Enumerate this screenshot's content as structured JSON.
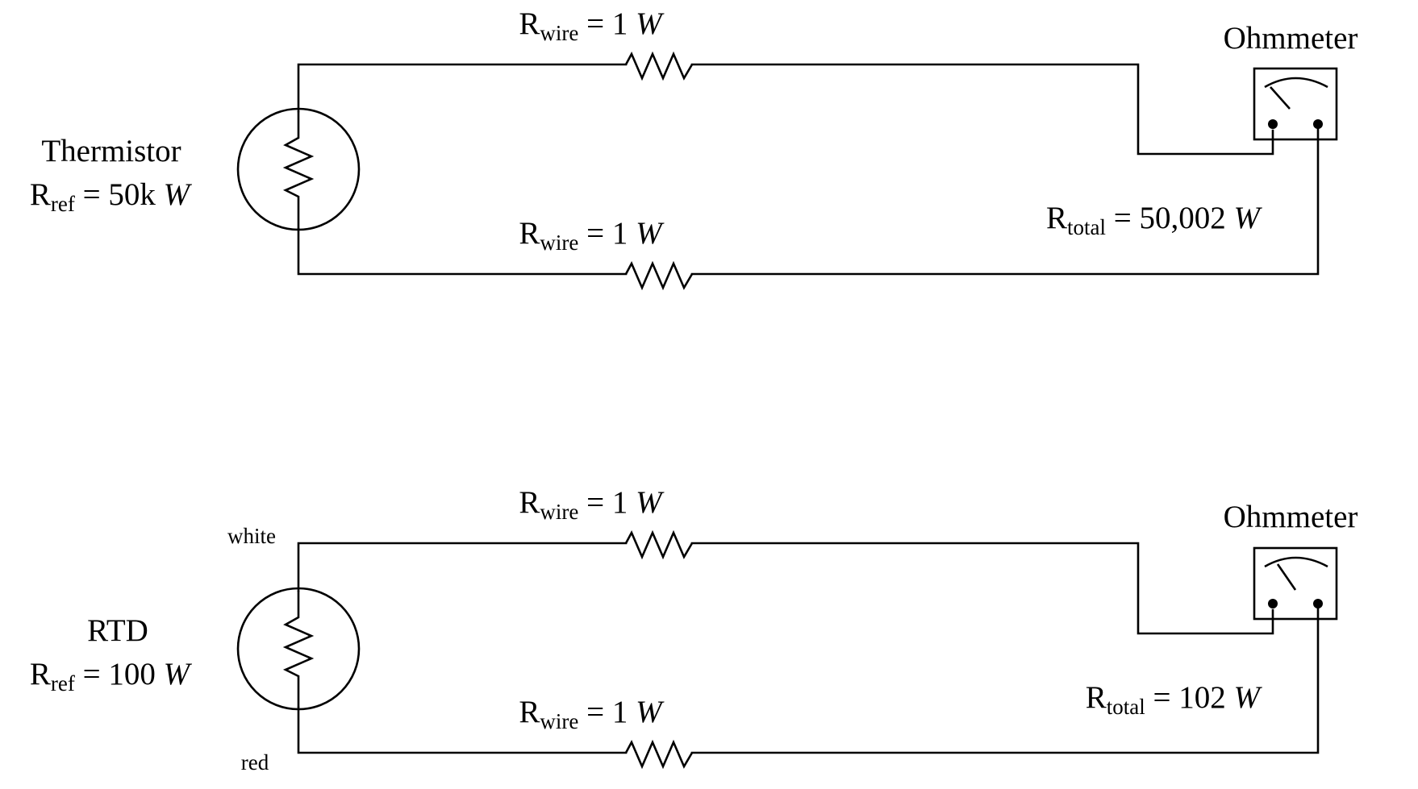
{
  "circuits": [
    {
      "sensor_name": "Thermistor",
      "ref_label": {
        "base": "R",
        "sub": "ref",
        "value": " = 50k ",
        "unit": "W"
      },
      "wire_top": {
        "base": "R",
        "sub": "wire",
        "value": " = 1 ",
        "unit": "W"
      },
      "wire_bottom": {
        "base": "R",
        "sub": "wire",
        "value": " = 1 ",
        "unit": "W"
      },
      "meter_label": "Ohmmeter",
      "total_label": {
        "base": "R",
        "sub": "total",
        "value": " = 50,002 ",
        "unit": "W"
      },
      "top_wire_color": "",
      "bottom_wire_color": ""
    },
    {
      "sensor_name": "RTD",
      "ref_label": {
        "base": "R",
        "sub": "ref",
        "value": " = 100 ",
        "unit": "W"
      },
      "wire_top": {
        "base": "R",
        "sub": "wire",
        "value": " = 1 ",
        "unit": "W"
      },
      "wire_bottom": {
        "base": "R",
        "sub": "wire",
        "value": " = 1 ",
        "unit": "W"
      },
      "meter_label": "Ohmmeter",
      "total_label": {
        "base": "R",
        "sub": "total",
        "value": " = 102 ",
        "unit": "W"
      },
      "top_wire_color": "white",
      "bottom_wire_color": "red"
    }
  ]
}
